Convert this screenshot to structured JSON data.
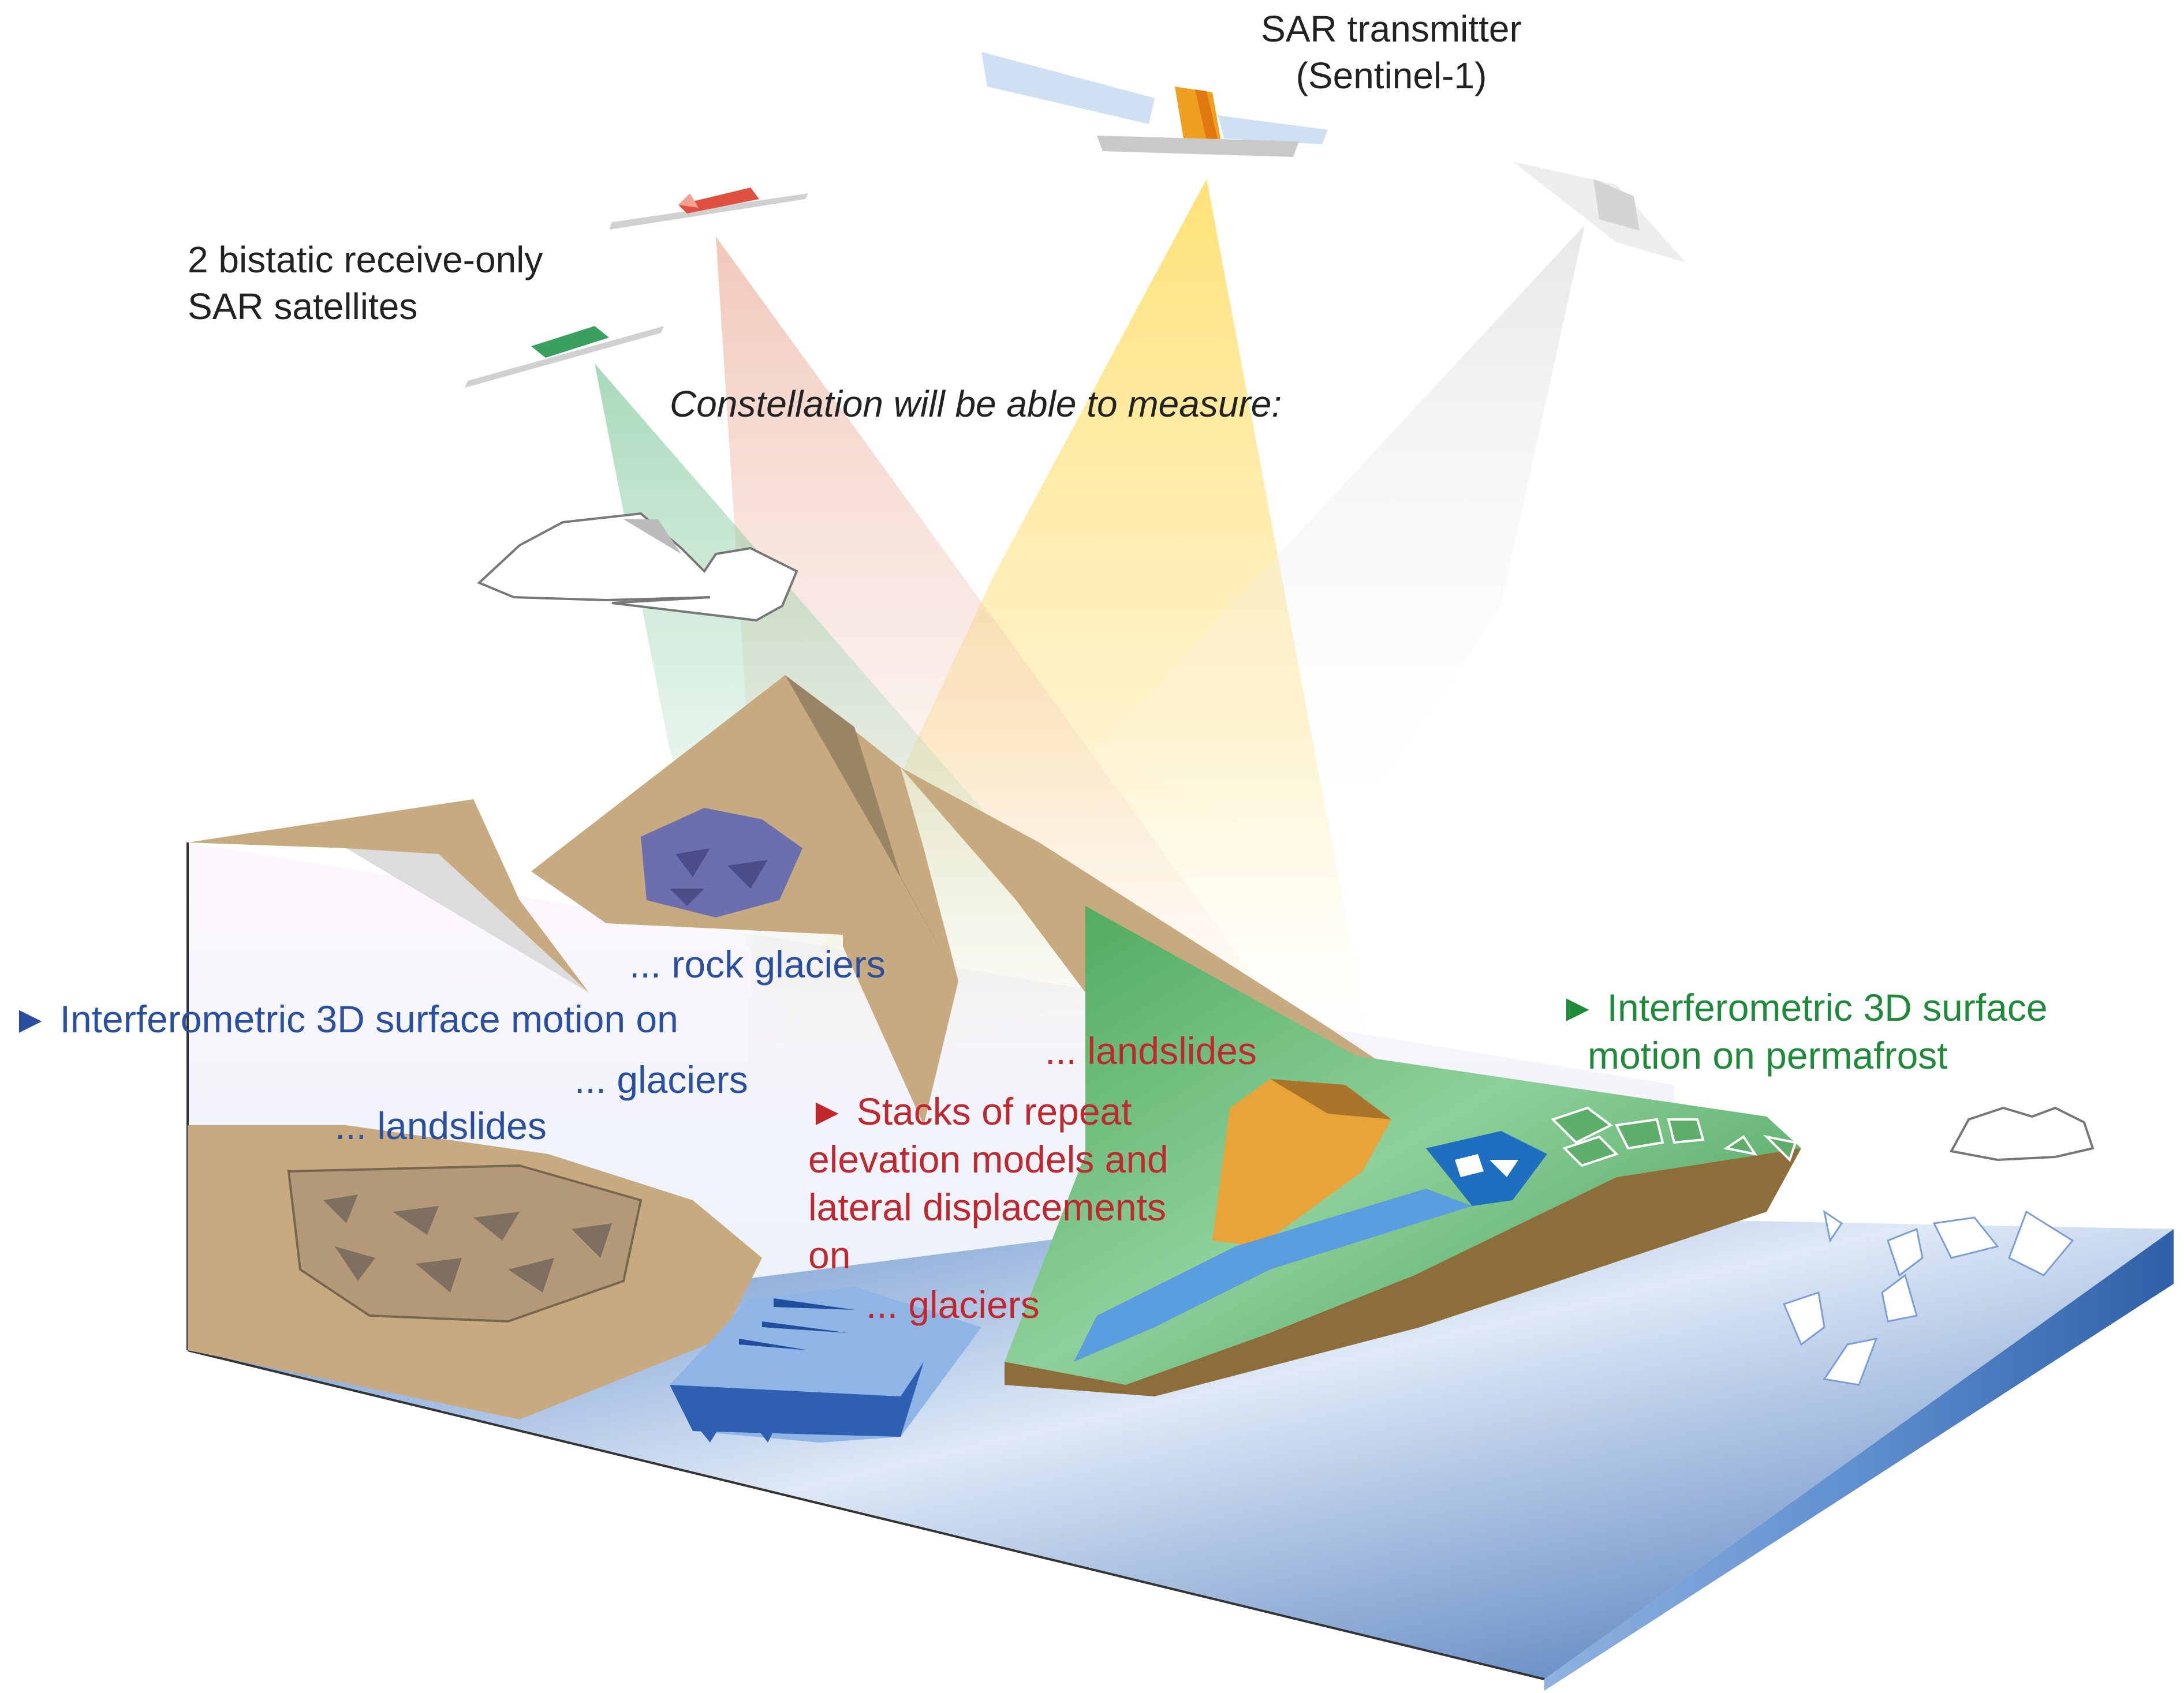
{
  "satellites": {
    "transmitter_line1": "SAR transmitter",
    "transmitter_line2": "(Sentinel-1)",
    "receivers_line1": "2 bistatic receive-only",
    "receivers_line2": "SAR satellites"
  },
  "constellation_caption": "Constellation will be able to measure:",
  "blue_group": {
    "marker": "►",
    "heading": "Interferometric 3D surface motion on",
    "rock_glaciers": "... rock glaciers",
    "glaciers": "... glaciers",
    "landslides": "... landslides"
  },
  "red_group": {
    "landslides": "... landslides",
    "marker": "►",
    "line1": "Stacks of repeat",
    "line2": "elevation models and",
    "line3": "lateral displacements",
    "line4": "on",
    "glaciers": "... glaciers"
  },
  "green_group": {
    "marker": "►",
    "line1": "Interferometric 3D surface",
    "line2": "motion on permafrost"
  },
  "colors": {
    "blue_text": "#2b4fa0",
    "red_text": "#c1272d",
    "green_text": "#1e8a3a",
    "terrain_tan": "#c8aa80",
    "vegetation_green": "#6cbc6c",
    "water_blue": "#6f9ad3"
  }
}
